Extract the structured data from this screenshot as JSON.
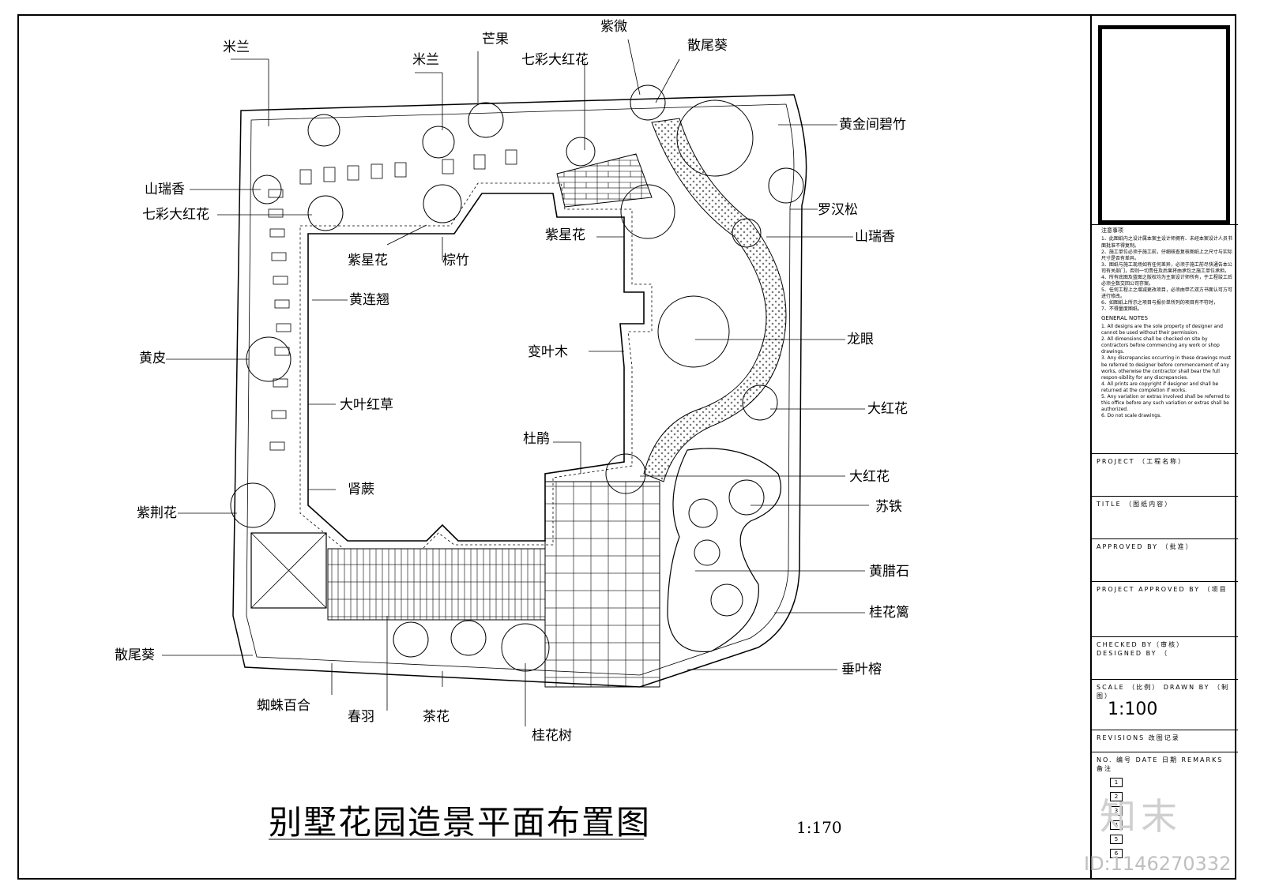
{
  "title": "别墅花园造景平面布置图",
  "scale_text": "1:170",
  "labels": {
    "milan_top": "米兰",
    "milan_mid": "米兰",
    "mango": "芒果",
    "crape_myrtle": "紫微",
    "qicai_top": "七彩大红花",
    "sanweikui_top": "散尾葵",
    "bamboo": "黄金间碧竹",
    "shanruixiang_left": "山瑞香",
    "qicai_left": "七彩大红花",
    "luohansong": "罗汉松",
    "shanruixiang_right": "山瑞香",
    "zixinghua_mid": "紫星花",
    "zixinghua_left": "紫星花",
    "zongzhu": "棕竹",
    "huanglianqiao": "黄连翘",
    "huangpi": "黄皮",
    "bianyemu": "变叶木",
    "longyan": "龙眼",
    "dayehongcao": "大叶红草",
    "dahonghua_1": "大红花",
    "dujuan": "杜鹃",
    "dahonghua_2": "大红花",
    "shenjue": "肾蕨",
    "sutie": "苏铁",
    "zijinghua": "紫荆花",
    "huanglashi": "黄腊石",
    "guihuali": "桂花篱",
    "sanweikui_bottom": "散尾葵",
    "chuiyerong": "垂叶榕",
    "zhizhubaihe": "蜘蛛百合",
    "chunyu": "春羽",
    "chahua": "茶花",
    "guihuashu": "桂花树"
  },
  "title_block": {
    "notes_title": "注意事项",
    "notes_cn": [
      "1、此图纸内之设计属本案主设计师拥有、未经本案设计人员书面批准不得复制。",
      "2、施工单位必须于施工前，仔细核查复核图纸上之尺寸与实际尺寸是否有差异。",
      "3、图纸与施工现场如有任何差异，必须于施工前尽快通告本公司有关部门，否则一切责任及后果将由承包之施工单位承担。",
      "4、所有底图及蓝图之版权均为主案设计师所有，于工程竣工后必须全数交回公司存案。",
      "5、任何工程上之增减更改项目，必须由甲乙双方书面认可方可进行修改。",
      "6、如图纸上所示之项目与报价单所列的项目有不符时，",
      "7、不得量度图纸。"
    ],
    "general_notes_title": "GENERAL NOTES",
    "general_notes": [
      "1. All designs are the sole property of designer and cannot be used without their permission.",
      "2. All dimensions shall be checked on site by contractors before commencing any work or shop drawings.",
      "3. Any discrepancies occurring in these drawings must be referred to designer before commencement of any works, otherwise the contractor shall bear the full respon-sibility for any discrepancies.",
      "4. All prints are copyright if designer and shall be returned at the completion if works.",
      "5. Any variation or extras involved shall be referred to this office before any such variation or extras shall be authorized.",
      "6. Do not scale drawings."
    ],
    "project": "PROJECT （工程名称）",
    "title_row": "TITLE （图纸内容）",
    "approved": "APPROVED BY （批准）",
    "project_approved": "PROJECT APPROVED BY （项目",
    "checked": "CHECKED BY（审核）  DESIGNED BY （",
    "scale_row": "SCALE （比例）  DRAWN BY （制图）",
    "scale_value": "1:100",
    "revisions": "REVISIONS  改图记录",
    "rev_header": "NO. 编号 DATE 日期 REMARKS 备注",
    "rev_numbers": [
      "1",
      "2",
      "3",
      "4",
      "5",
      "6"
    ]
  },
  "watermark": "知末",
  "watermark_id": "ID:1146270332"
}
